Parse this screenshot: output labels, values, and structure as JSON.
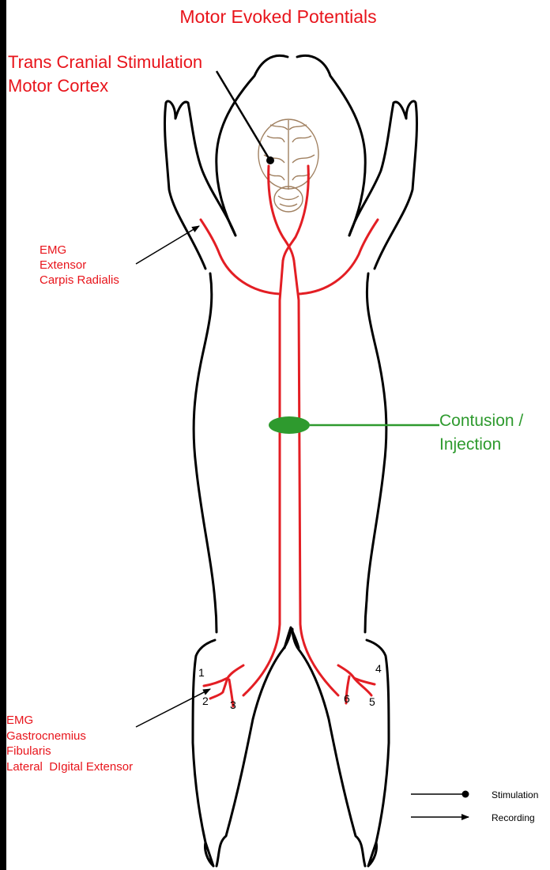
{
  "title": "Motor Evoked Potentials",
  "stimulation_label": {
    "line1": "Trans Cranial Stimulation",
    "line2": "Motor Cortex"
  },
  "forelimb_emg": {
    "line1": "EMG",
    "line2": "Extensor",
    "line3": "Carpis Radialis"
  },
  "injury_site": {
    "line1": "Contusion /",
    "line2": "Injection"
  },
  "hindlimb_emg": {
    "line1": "EMG",
    "line2": "Gastrocnemius",
    "line3": "Fibularis",
    "line4": "Lateral  DIgital Extensor"
  },
  "electrode_numbers": [
    "1",
    "2",
    "3",
    "4",
    "5",
    "6"
  ],
  "legend": {
    "stimulation": "Stimulation",
    "recording": "Recording"
  },
  "colors": {
    "label_red": "#e8141b",
    "nerve_red": "#e31e24",
    "injury_green": "#2e9a2e",
    "outline": "#000000",
    "brain": "#a08060"
  }
}
